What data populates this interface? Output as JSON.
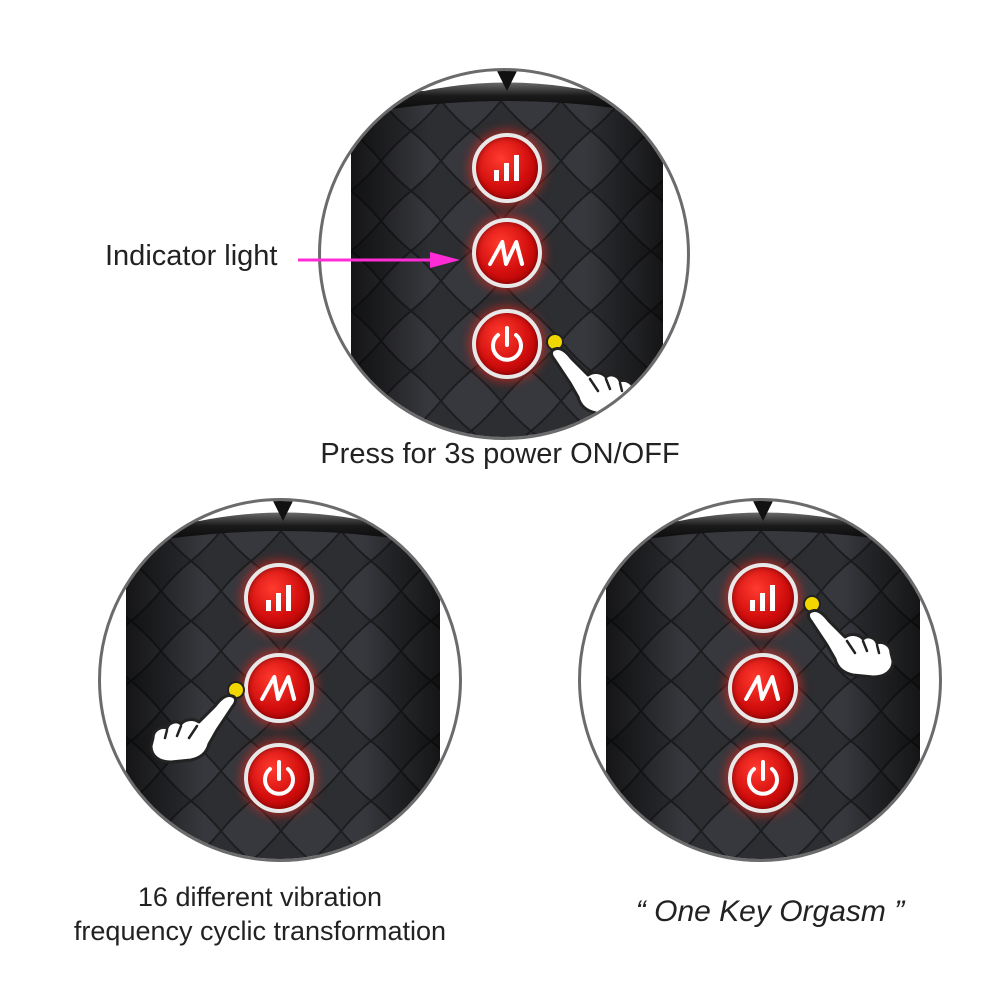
{
  "labels": {
    "indicator": "Indicator light",
    "power_caption": "Press for 3s power ON/OFF",
    "vibration_caption_line1": "16 different vibration",
    "vibration_caption_line2": "frequency cyclic transformation",
    "orgasm_caption": "“ One Key Orgasm ”"
  },
  "panels": [
    {
      "id": "top",
      "buttons": [
        "bars-icon",
        "wave-icon",
        "power-icon"
      ],
      "pressed": "power-icon"
    },
    {
      "id": "bottom-left",
      "buttons": [
        "bars-icon",
        "wave-icon",
        "power-icon"
      ],
      "pressed": "wave-icon"
    },
    {
      "id": "bottom-right",
      "buttons": [
        "bars-icon",
        "wave-icon",
        "power-icon"
      ],
      "pressed": "bars-icon"
    }
  ],
  "colors": {
    "button_red": "#d10d0d",
    "arrow_magenta": "#ff2bd6",
    "press_dot": "#f2d600",
    "device_body": "#2e2f33"
  }
}
